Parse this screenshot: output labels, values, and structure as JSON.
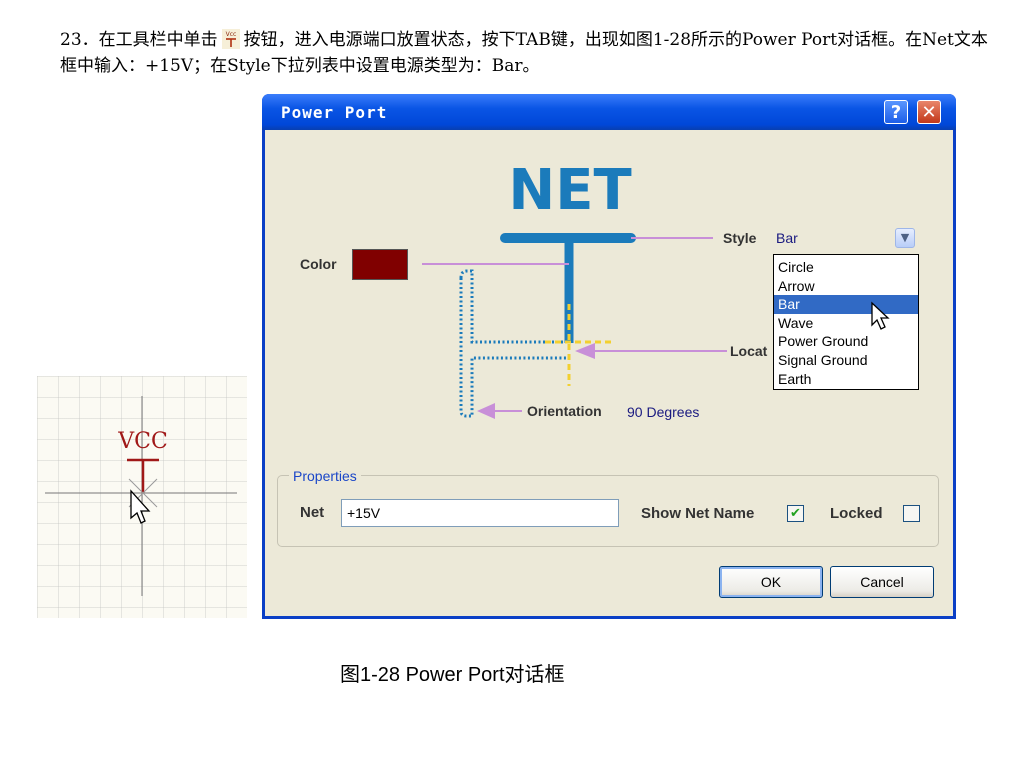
{
  "doc": {
    "instruction": "23．在工具栏中单击",
    "instruction_cont": "按钮，进入电源端口放置状态，按下TAB键，出现如图1-28所示的Power Port对话框。在Net文本框中输入：+15V；在Style下拉列表中设置电源类型为：Bar。",
    "toolbar_icon_label": "Vcc",
    "figure_caption": "图1-28  Power Port对话框"
  },
  "schematic": {
    "symbol_label": "VCC"
  },
  "dialog": {
    "title": "Power Port",
    "help_label": "?",
    "close_label": "✕",
    "diagram": {
      "net_label": "NET",
      "style_label": "Style",
      "color_label": "Color",
      "location_label": "Locat",
      "orientation_label": "Orientation",
      "orientation_value": "90 Degrees"
    },
    "style": {
      "selected": "Bar",
      "options": [
        "Circle",
        "Arrow",
        "Bar",
        "Wave",
        "Power Ground",
        "Signal Ground",
        "Earth"
      ]
    },
    "color": "#800000",
    "properties": {
      "legend": "Properties",
      "net_label": "Net",
      "net_value": "+15V",
      "show_net_name_label": "Show Net Name",
      "show_net_name_checked": true,
      "locked_label": "Locked",
      "locked_checked": false
    },
    "buttons": {
      "ok": "OK",
      "cancel": "Cancel"
    }
  },
  "colors": {
    "titlebar": "#0a55e5",
    "net_blue": "#1b7bbb",
    "leader_line": "#c88fd8",
    "accent_yellow": "#f2d030",
    "selection": "#316ac5"
  }
}
